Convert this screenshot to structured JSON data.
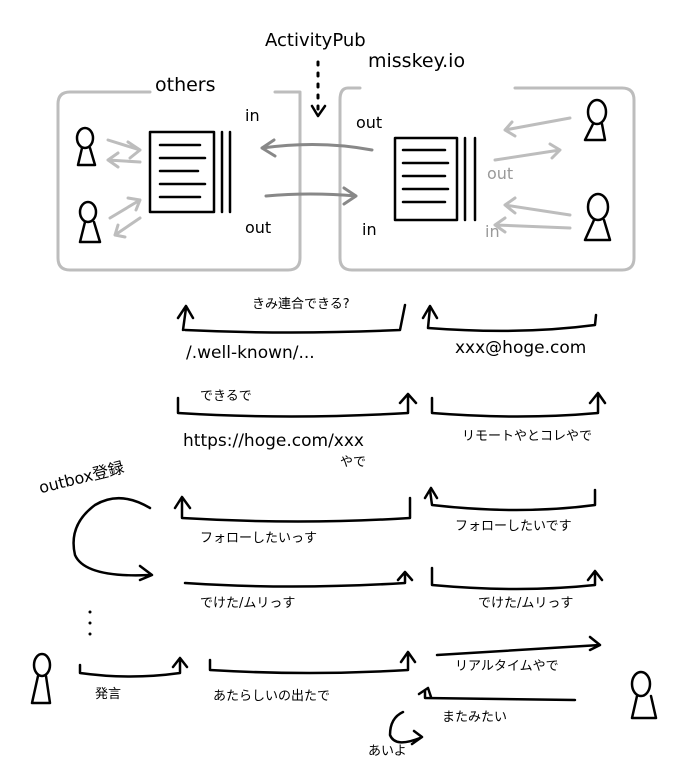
{
  "top": {
    "protocol": "ActivityPub",
    "left_server": "others",
    "right_server": "misskey.io",
    "left_in": "in",
    "left_out": "out",
    "right_out": "out",
    "right_in": "in",
    "local_out": "out",
    "local_in": "in"
  },
  "flow": {
    "question": "きみ連合できる?",
    "wellknown": "/.well-known/...",
    "account": "xxx@hoge.com",
    "can_do": "できるで",
    "url": "https://hoge.com/xxx",
    "url_suffix": "やで",
    "remote_note": "リモートやとコレやで",
    "outbox": "outbox登録",
    "follow_left": "フォローしたいっす",
    "follow_right": "フォローしたいです",
    "result_left": "でけた/ムリっす",
    "result_right": "でけた/ムリっす",
    "post": "発言",
    "new_post": "あたらしいの出たで",
    "realtime": "リアルタイムやで",
    "want_more": "またみたい",
    "ok": "あいよ"
  },
  "colors": {
    "ink": "#000000",
    "gray": "#b4b4b4"
  }
}
